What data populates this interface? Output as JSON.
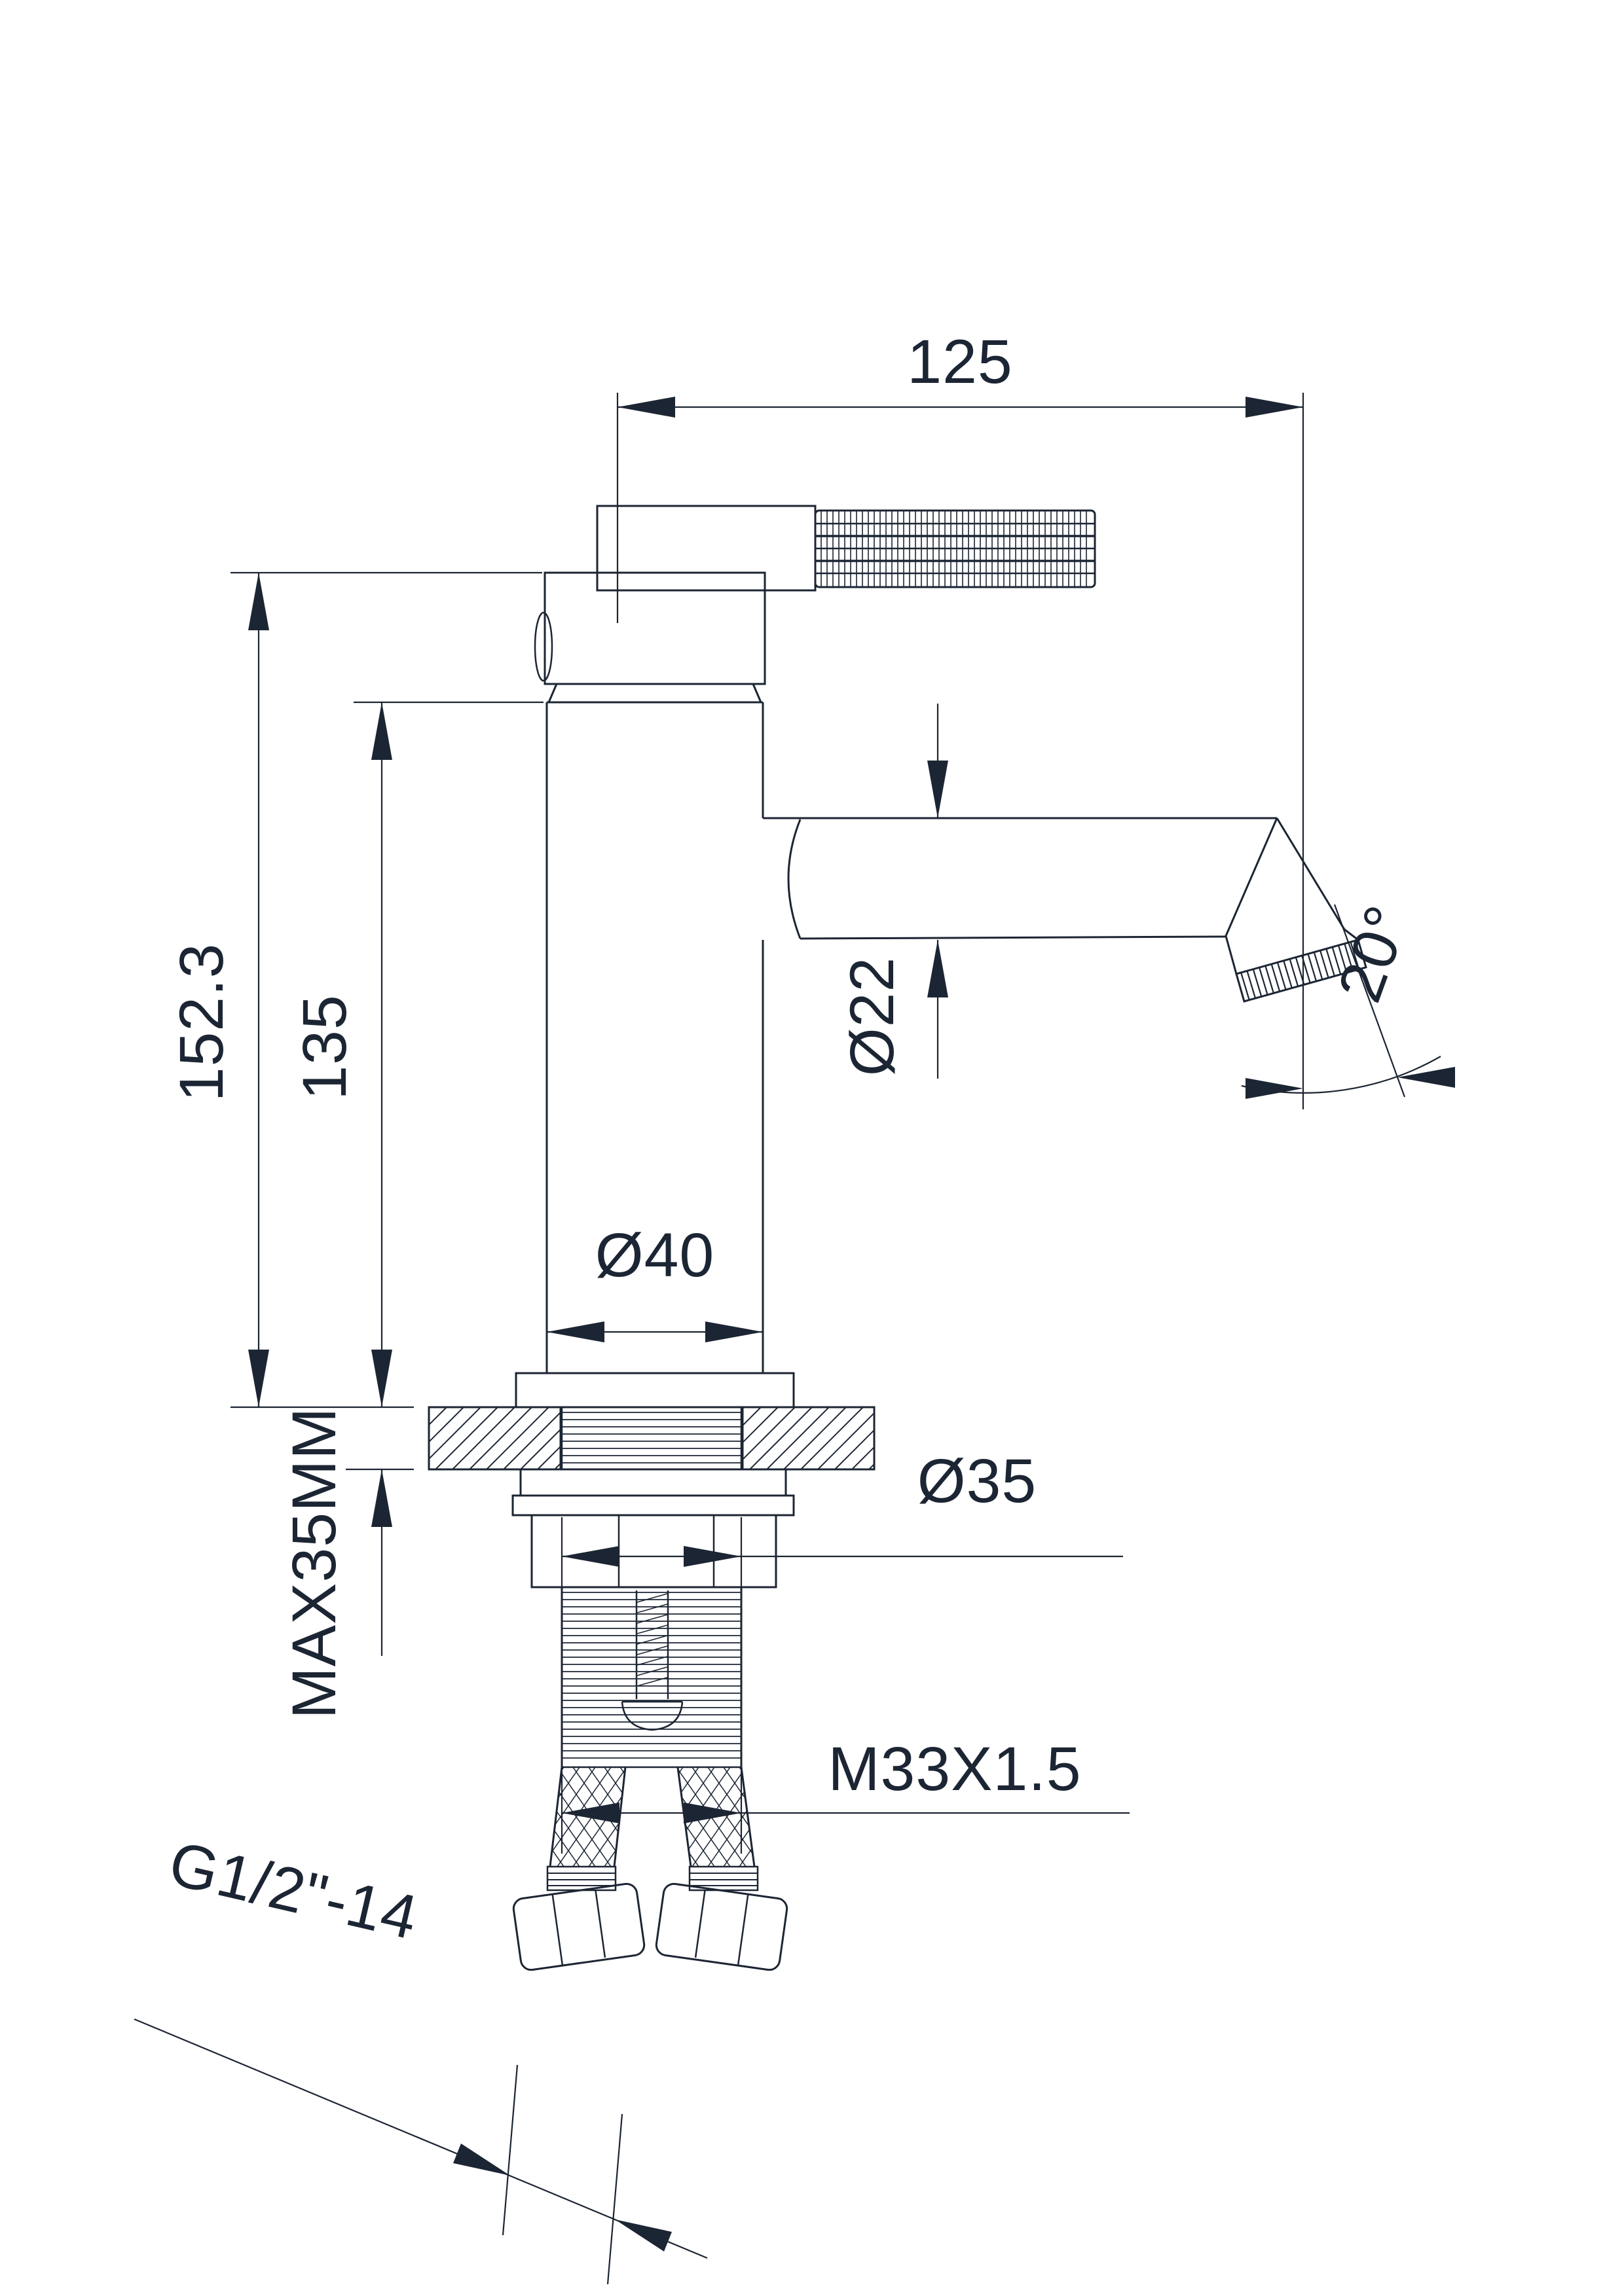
{
  "drawing": {
    "type": "faucet-installation-dimension-drawing",
    "line_color": "#1c2533",
    "background": "#ffffff",
    "labels": {
      "reach": "125",
      "overall_height": "152.3",
      "body_height": "135",
      "spout_diameter": "Ø22",
      "body_diameter": "Ø40",
      "hole_diameter": "Ø35",
      "deck_max_thickness": "MAX35MM",
      "shank_thread": "M33X1.5",
      "hose_thread": "G1/2\"-14",
      "spout_angle": "20°"
    }
  }
}
